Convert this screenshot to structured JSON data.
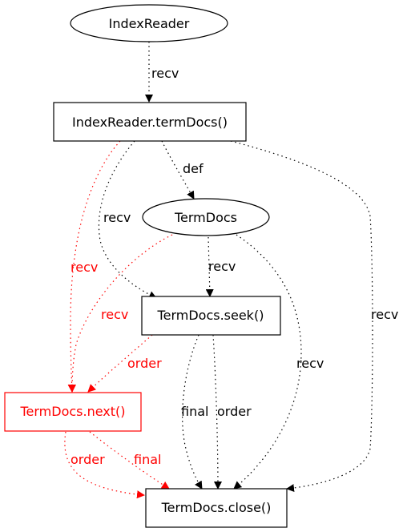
{
  "colors": {
    "normal": "#000000",
    "highlight": "#ff0000",
    "background": "#ffffff"
  },
  "nodes": {
    "index_reader": "IndexReader",
    "term_docs_call": "IndexReader.termDocs()",
    "term_docs": "TermDocs",
    "seek": "TermDocs.seek()",
    "next": "TermDocs.next()",
    "close": "TermDocs.close()"
  },
  "edges": {
    "ir_to_termdocs_call": "recv",
    "termdocs_call_def": "def",
    "termdocs_call_to_seek": "recv",
    "termdocs_call_to_next": "recv",
    "termdocs_call_to_close": "recv",
    "termdocs_to_seek": "recv",
    "termdocs_to_next": "recv",
    "termdocs_to_close": "recv",
    "seek_to_next": "order",
    "seek_to_close_final": "final",
    "seek_to_close_order": "order",
    "next_to_close_order": "order",
    "next_to_close_final": "final"
  }
}
